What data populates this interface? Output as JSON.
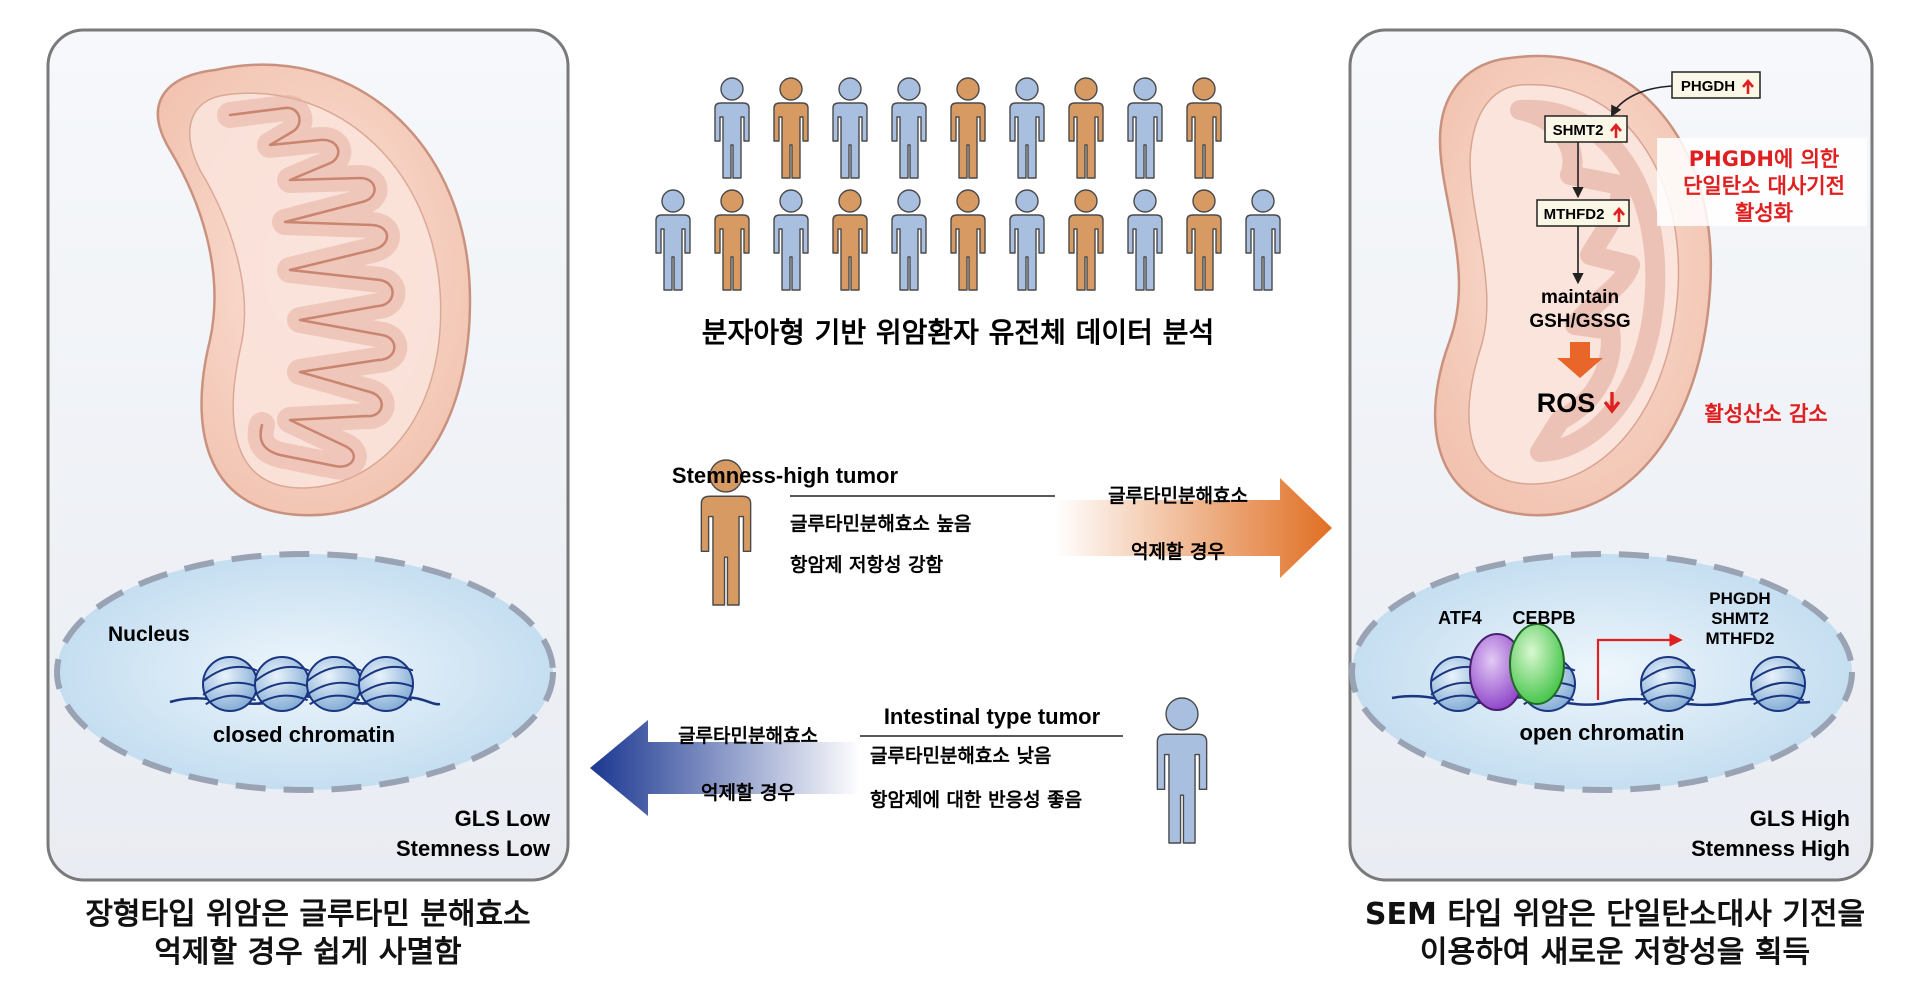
{
  "header": {
    "title": "분자아형 기반 위암환자 유전체 데이터 분석"
  },
  "people": {
    "row1": [
      "blue",
      "orange",
      "blue",
      "blue",
      "orange",
      "blue",
      "orange",
      "blue",
      "orange"
    ],
    "row2": [
      "blue",
      "orange",
      "blue",
      "orange",
      "blue",
      "orange",
      "blue",
      "orange",
      "blue",
      "orange",
      "blue"
    ],
    "colors": {
      "blue": "#a9bfe0",
      "orange": "#d69a62",
      "stroke": "#4a4a4a"
    }
  },
  "stemness_high": {
    "title": "Stemness-high tumor",
    "line1": "글루타민분해효소 높음",
    "line2": "항암제 저항성 강함",
    "arrow_top": "글루타민분해효소",
    "arrow_bottom": "억제할 경우"
  },
  "intestinal": {
    "title": "Intestinal type tumor",
    "line1": "글루타민분해효소 낮음",
    "line2": "항암제에 대한 반응성 좋음",
    "arrow_top": "글루타민분해효소",
    "arrow_bottom": "억제할 경우"
  },
  "left_panel": {
    "nucleus_label": "Nucleus",
    "chromatin_label": "closed chromatin",
    "status_line1": "GLS Low",
    "status_line2": "Stemness Low",
    "caption_line1": "장형타입 위암은 글루타민 분해효소",
    "caption_line2": "억제할 경우 쉽게 사멸함"
  },
  "right_panel": {
    "genes": {
      "phgdh": "PHGDH",
      "shmt2": "SHMT2",
      "mthfd2": "MTHFD2"
    },
    "maintain_line1": "maintain",
    "maintain_line2": "GSH/GSSG",
    "ros": "ROS",
    "annotation_line1": "PHGDH에 의한",
    "annotation_line2": "단일탄소 대사기전",
    "annotation_line3": "활성화",
    "ros_annotation": "활성산소 감소",
    "tf1": "ATF4",
    "tf2": "CEBPB",
    "target_genes": [
      "PHGDH",
      "SHMT2",
      "MTHFD2"
    ],
    "chromatin_label": "open chromatin",
    "status_line1": "GLS High",
    "status_line2": "Stemness High",
    "caption_line1": "SEM 타입 위암은 단일탄소대사 기전을",
    "caption_line2": "이용하여 새로운 저항성을 획득"
  },
  "colors": {
    "panel_stroke": "#7a7a7a",
    "panel_fill": "#f1f3f7",
    "mito_outer": "#f6d3c4",
    "mito_inner": "#fbe6e1",
    "nucleus": "#d2e6f4",
    "alert_red": "#e02020",
    "orange_arrow": "#e27a2e",
    "blue_arrow": "#1f3a8f"
  }
}
